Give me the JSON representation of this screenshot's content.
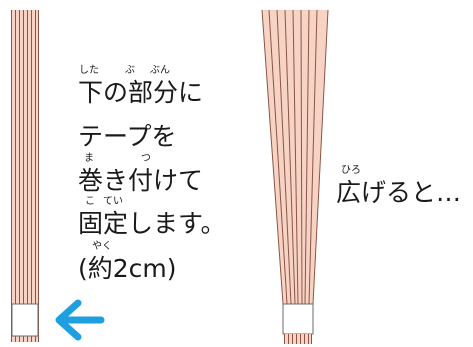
{
  "colors": {
    "strip_fill": "#f7d3c5",
    "strip_line": "#8a5545",
    "tape": "#ffffff",
    "arrow": "#1ea0e0",
    "text": "#1a1a1a"
  },
  "instruction": {
    "lines": [
      "下の部分に",
      "テープを",
      "巻き付けて",
      "固定します。",
      "(約2cm)"
    ],
    "ruby": {
      "shita": "した",
      "bu": "ぶ",
      "bun": "ぶん",
      "maki": "ま",
      "tsu": "つ",
      "ko": "こ",
      "tei": "てい",
      "yaku": "やく"
    }
  },
  "spread": {
    "label": "広げると…",
    "ruby": "ひろ"
  },
  "icons": {
    "arrow": "arrow-left-icon"
  }
}
